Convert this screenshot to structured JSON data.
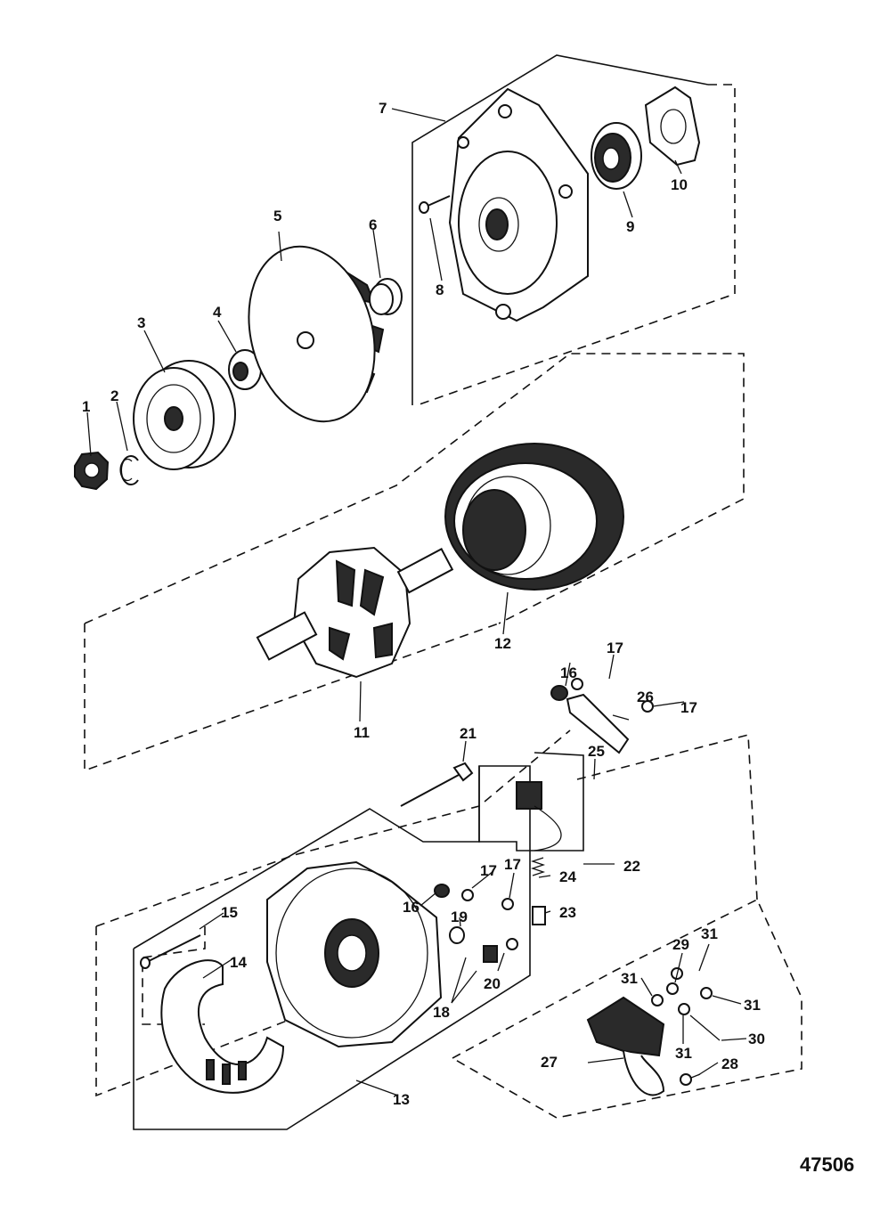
{
  "labels": {
    "p1": "1",
    "p2": "2",
    "p3": "3",
    "p4": "4",
    "p5": "5",
    "p6": "6",
    "p7": "7",
    "p8": "8",
    "p9": "9",
    "p10": "10",
    "p11": "11",
    "p12": "12",
    "p13": "13",
    "p14": "14",
    "p15": "15",
    "p16a": "16",
    "p16b": "16",
    "p17a": "17",
    "p17b": "17",
    "p17c": "17",
    "p17d": "17",
    "p18": "18",
    "p19": "19",
    "p20": "20",
    "p21": "21",
    "p22": "22",
    "p23": "23",
    "p24": "24",
    "p25": "25",
    "p26": "26",
    "p27": "27",
    "p28": "28",
    "p29": "29",
    "p30": "30",
    "p31a": "31",
    "p31b": "31",
    "p31c": "31",
    "p31d": "31"
  },
  "document_number": "47506"
}
